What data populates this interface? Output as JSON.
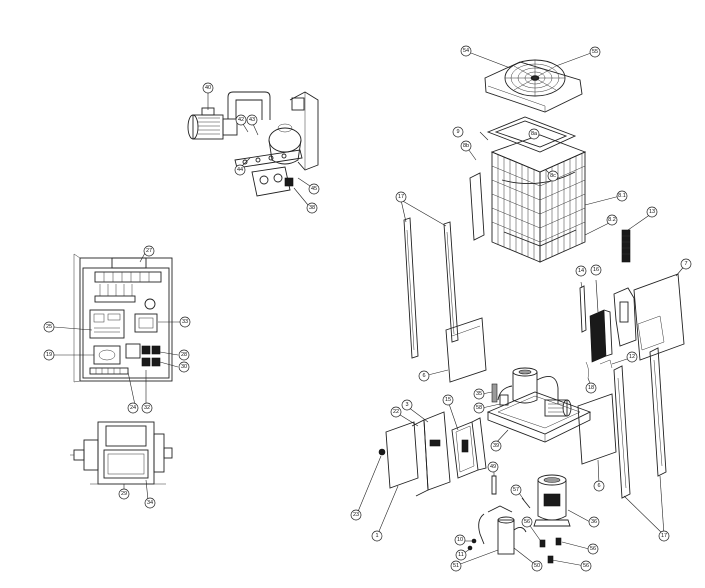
{
  "callouts": {
    "c40": "40",
    "c42": "42",
    "c43": "43",
    "c44": "44",
    "c45": "45",
    "c38": "38",
    "c27": "27",
    "c25": "25",
    "c33": "33",
    "c19": "19",
    "c28": "28",
    "c30": "30",
    "c24": "24",
    "c32": "32",
    "c29": "29",
    "c34": "34",
    "c54": "54",
    "c55": "55",
    "c9": "9",
    "c8a": "8a",
    "c8b": "8b",
    "c8c": "8c",
    "c17a": "17",
    "c81": "8.1",
    "c82": "8.2",
    "c13": "13",
    "c14": "14",
    "c16": "16",
    "c7": "7",
    "c6a": "6",
    "c12": "12",
    "c18": "18",
    "c35": "35",
    "c58": "58",
    "c22": "22",
    "c3": "3",
    "c15": "15",
    "c39": "39",
    "c6b": "6",
    "c49": "49",
    "c23": "23",
    "c1": "1",
    "c57": "57",
    "c36": "36",
    "c10": "10",
    "c11": "11",
    "c51": "51",
    "c50": "50",
    "c56a": "56",
    "c56b": "56",
    "c56c": "56",
    "c17b": "17"
  }
}
